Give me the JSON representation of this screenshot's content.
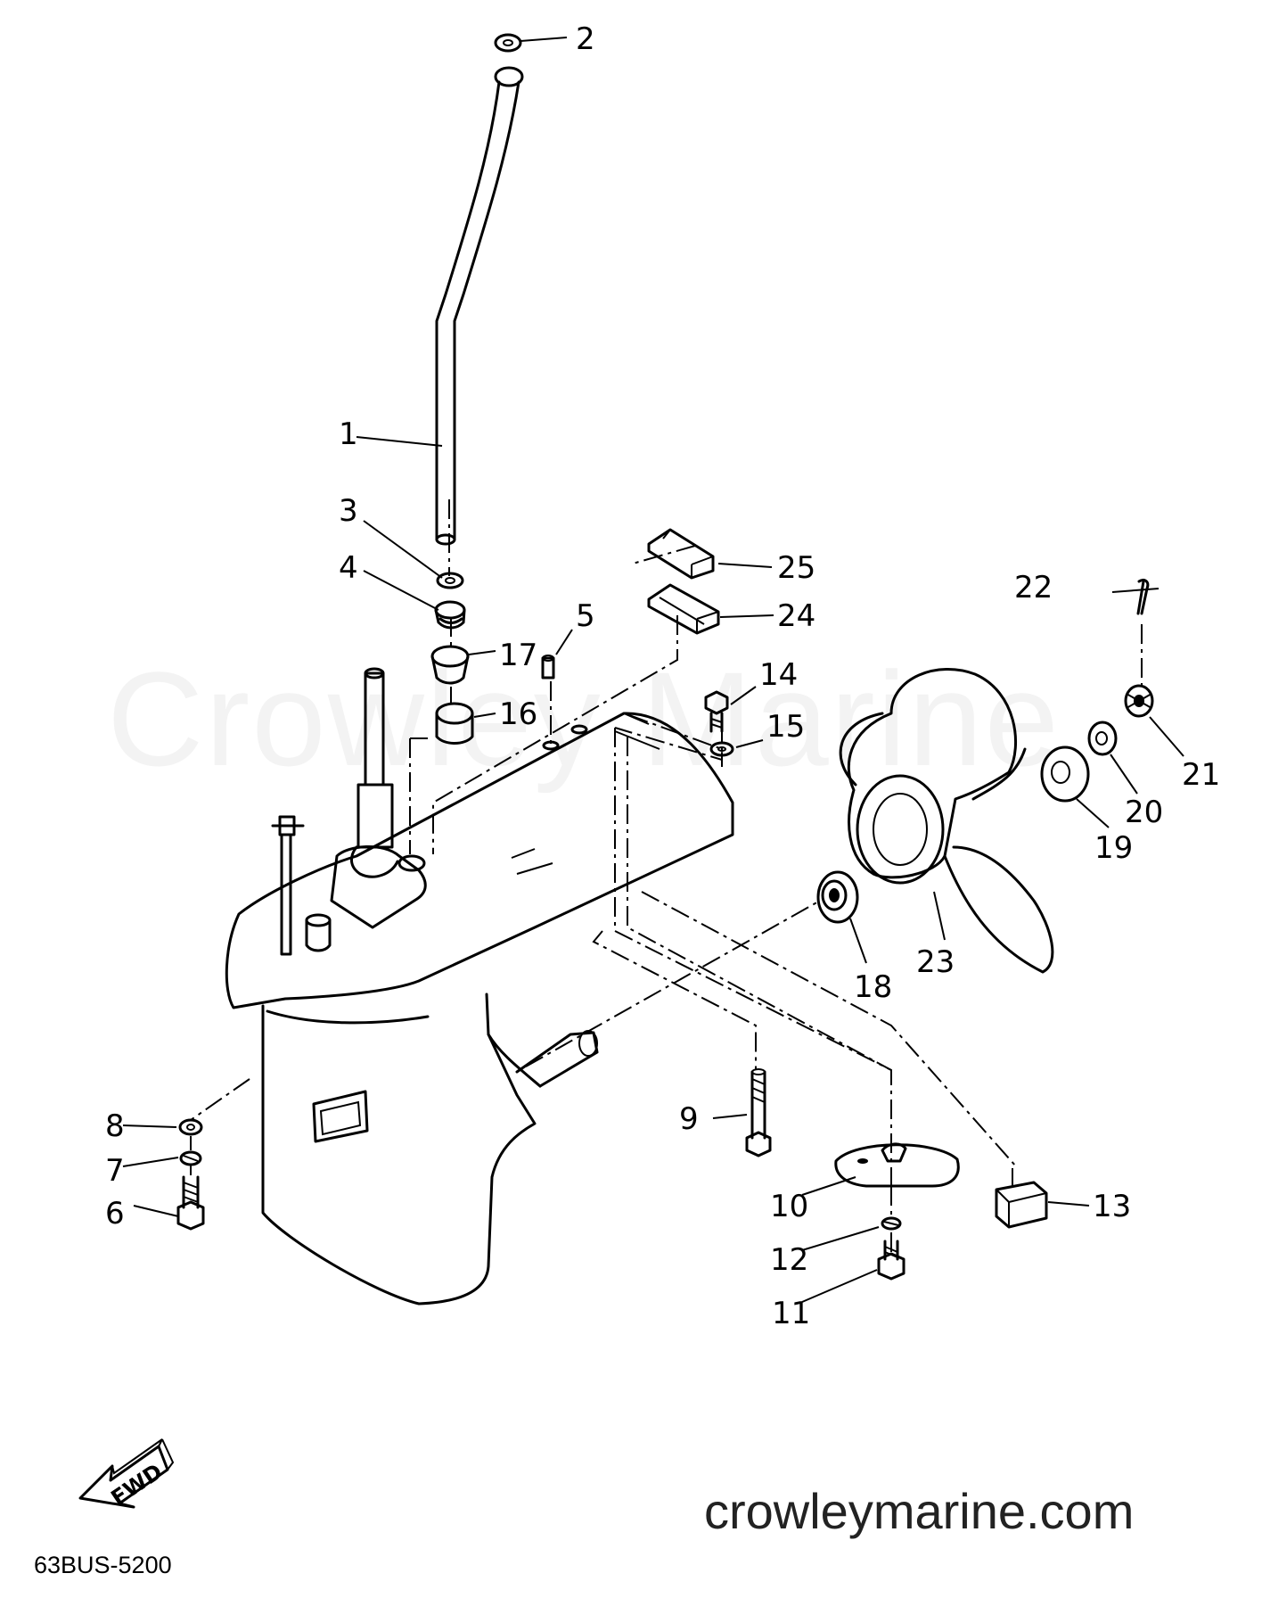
{
  "diagram": {
    "watermark": "Crowley Marine",
    "website": "crowleymarine.com",
    "diagram_code": "63BUS-5200",
    "fwd_label": "FWD",
    "callouts": [
      "1",
      "2",
      "3",
      "4",
      "5",
      "6",
      "7",
      "8",
      "9",
      "10",
      "11",
      "12",
      "13",
      "14",
      "15",
      "16",
      "17",
      "18",
      "19",
      "20",
      "21",
      "22",
      "23",
      "24",
      "25"
    ]
  }
}
